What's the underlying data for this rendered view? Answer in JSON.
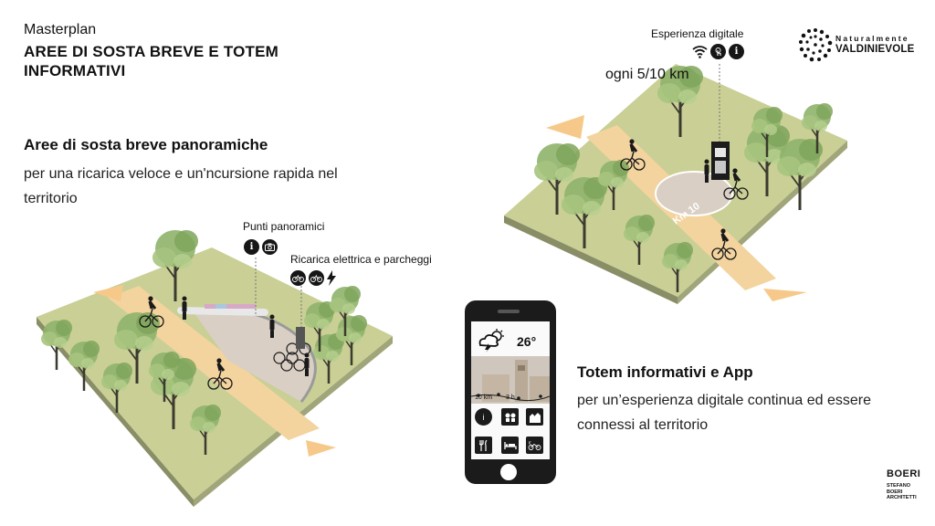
{
  "header": {
    "subtitle": "Masterplan",
    "title": "AREE DI SOSTA BREVE E TOTEM INFORMATIVI"
  },
  "section_rest": {
    "heading": "Aree di sosta breve panoramiche",
    "body": "per una ricarica veloce e un'ncursione rapida nel territorio"
  },
  "section_totem": {
    "heading": "Totem informativi e App",
    "body": "per un’esperienza digitale continua ed essere connessi al territorio"
  },
  "callouts": {
    "panoramic": "Punti panoramici",
    "charging": "Ricarica elettrica e parcheggi",
    "digital": "Esperienza digitale",
    "distance": "ogni 5/10 km",
    "road_marking": "Km 10"
  },
  "phone": {
    "temperature": "26°",
    "distance": "10 km",
    "duration": "3 h"
  },
  "logo": {
    "line1": "Naturalmente",
    "line2": "VALDINIEVOLE"
  },
  "studio": {
    "mark": "BOERI",
    "sub": "STEFANO BOERI ARCHITETTI"
  },
  "colors": {
    "grass": "#c9cf95",
    "path": "#f3d39e",
    "arrow": "#f6c98a",
    "tree_foliage": "#8fb26b",
    "plaza": "#d9cfc4"
  },
  "icons": [
    "wifi-icon",
    "touch-icon",
    "info-icon",
    "camera-icon",
    "bicycle-icon",
    "lightning-icon",
    "weather-icon",
    "restaurant-icon",
    "hotel-icon",
    "euro-bike-icon"
  ]
}
